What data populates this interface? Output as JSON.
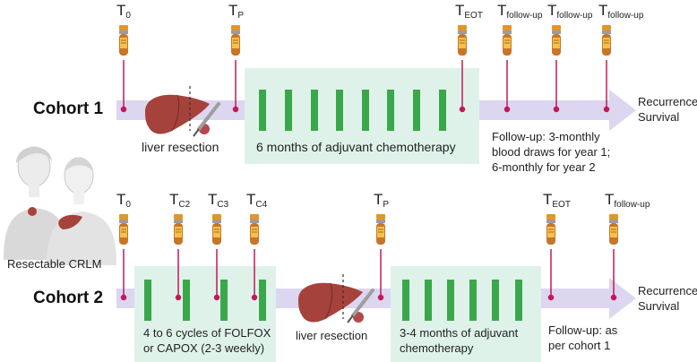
{
  "cohort1": {
    "title": "Cohort 1",
    "timepoints": [
      {
        "main": "T",
        "sub": "0"
      },
      {
        "main": "T",
        "sub": "P"
      },
      {
        "main": "T",
        "sub": "EOT"
      },
      {
        "main": "T",
        "sub": "follow-up"
      },
      {
        "main": "T",
        "sub": "follow-up"
      },
      {
        "main": "T",
        "sub": "follow-up"
      }
    ],
    "resection_label": "liver resection",
    "chemo_label": "6 months of adjuvant chemotherapy",
    "followup_lines": [
      "Follow-up: 3-monthly",
      "blood draws for year 1;",
      "6-monthly for year 2"
    ],
    "outcome_lines": [
      "Recurrence",
      "Survival"
    ]
  },
  "cohort2": {
    "title": "Cohort 2",
    "timepoints": [
      {
        "main": "T",
        "sub": "0"
      },
      {
        "main": "T",
        "sub": "C2"
      },
      {
        "main": "T",
        "sub": "C3"
      },
      {
        "main": "T",
        "sub": "C4"
      },
      {
        "main": "T",
        "sub": "P"
      },
      {
        "main": "T",
        "sub": "EOT"
      },
      {
        "main": "T",
        "sub": "follow-up"
      }
    ],
    "neoadjuvant_lines": [
      "4 to 6 cycles of FOLFOX",
      "or CAPOX (2-3 weekly)"
    ],
    "resection_label": "liver resection",
    "chemo_lines": [
      "3-4 months of adjuvant",
      "chemotherapy"
    ],
    "followup_lines": [
      "Follow-up: as",
      "per cohort 1"
    ],
    "outcome_lines": [
      "Recurrence",
      "Survival"
    ]
  },
  "patients_label": "Resectable CRLM",
  "colors": {
    "arrow": "#dcd6f0",
    "box": "#dff2ea",
    "bar": "#3aa84a",
    "tick": "#c2185b",
    "tube_cap": "#e0962a",
    "tube_body": "#c8752a",
    "liver": "#a6423c"
  },
  "icons": [
    "blood-tube-icon",
    "liver-icon",
    "scalpel-icon",
    "patients-icon"
  ]
}
